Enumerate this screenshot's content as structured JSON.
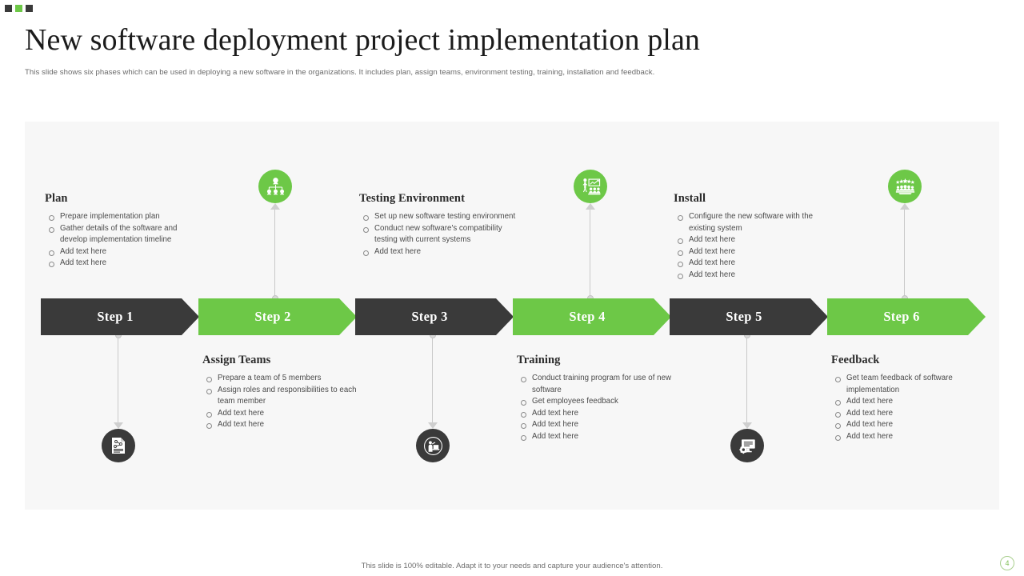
{
  "header": {
    "title": "New software deployment project implementation plan",
    "subtitle": "This slide shows six phases which can be used in deploying a new software in the organizations. It includes plan, assign teams, environment testing, training, installation and feedback."
  },
  "colors": {
    "accent_green": "#6dc847",
    "dark": "#3a3a3a",
    "panel_bg": "#f7f7f7",
    "connector": "#c9c9c9"
  },
  "steps": [
    {
      "step_label": "Step 1",
      "bar_color": "dark",
      "heading": "Plan",
      "icon": "plan-document-icon",
      "icon_color": "dark",
      "icon_position": "bottom",
      "text_position": "top",
      "bullets": [
        "Prepare implementation plan",
        "Gather details of the software and develop implementation timeline",
        "Add text here",
        "Add text here"
      ]
    },
    {
      "step_label": "Step 2",
      "bar_color": "green",
      "heading": "Assign Teams",
      "icon": "org-chart-team-icon",
      "icon_color": "green",
      "icon_position": "top",
      "text_position": "bottom",
      "bullets": [
        "Prepare a team of 5 members",
        "Assign roles and responsibilities to each team member",
        "Add text here",
        "Add text here"
      ]
    },
    {
      "step_label": "Step 3",
      "bar_color": "dark",
      "heading": "Testing Environment",
      "icon": "person-at-computer-icon",
      "icon_color": "dark",
      "icon_position": "bottom",
      "text_position": "top",
      "bullets": [
        "Set up new software testing environment",
        "Conduct new software's compatibility testing with current systems",
        "Add text here"
      ]
    },
    {
      "step_label": "Step 4",
      "bar_color": "green",
      "heading": "Training",
      "icon": "training-presentation-icon",
      "icon_color": "green",
      "icon_position": "top",
      "text_position": "bottom",
      "bullets": [
        "Conduct training program for use of new software",
        "Get employees feedback",
        "Add text here",
        "Add text here",
        "Add text here"
      ]
    },
    {
      "step_label": "Step 5",
      "bar_color": "dark",
      "heading": "Install",
      "icon": "monitor-gear-icon",
      "icon_color": "dark",
      "icon_position": "bottom",
      "text_position": "top",
      "bullets": [
        "Configure the new software with the existing system",
        "Add text here",
        "Add text here",
        "Add text here",
        "Add text here"
      ]
    },
    {
      "step_label": "Step 6",
      "bar_color": "green",
      "heading": "Feedback",
      "icon": "stars-rating-people-icon",
      "icon_color": "green",
      "icon_position": "top",
      "text_position": "bottom",
      "bullets": [
        "Get team feedback of software implementation",
        "Add text here",
        "Add text here",
        "Add text here",
        "Add text here"
      ]
    }
  ],
  "footer": {
    "note": "This slide is 100% editable. Adapt it to your needs and capture your audience's attention.",
    "page_number": "4"
  }
}
